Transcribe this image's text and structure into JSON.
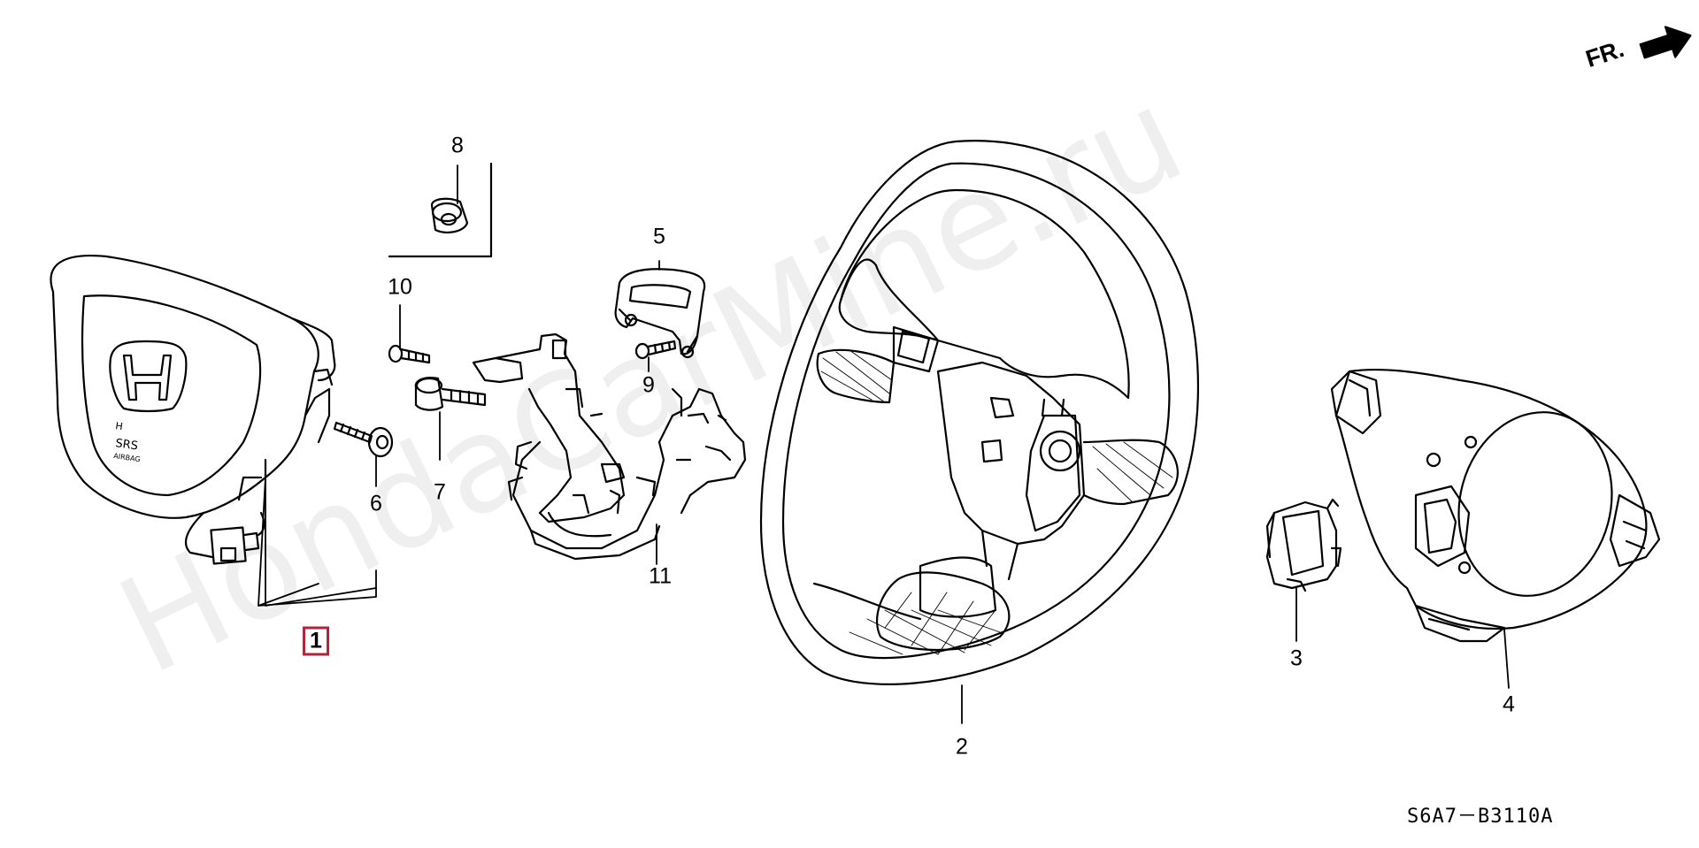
{
  "diagram": {
    "code": "S6A7－B3110A",
    "watermark": "HondaCarMine.ru",
    "direction_label": "FR.",
    "callouts": [
      {
        "id": "1",
        "label": "1",
        "selected": true
      },
      {
        "id": "2",
        "label": "2"
      },
      {
        "id": "3",
        "label": "3"
      },
      {
        "id": "4",
        "label": "4"
      },
      {
        "id": "5",
        "label": "5"
      },
      {
        "id": "6",
        "label": "6"
      },
      {
        "id": "7",
        "label": "7"
      },
      {
        "id": "8",
        "label": "8"
      },
      {
        "id": "9",
        "label": "9"
      },
      {
        "id": "10",
        "label": "10"
      },
      {
        "id": "11",
        "label": "11"
      }
    ]
  },
  "colors": {
    "line": "#000000",
    "highlight": "#b0243a",
    "background": "#ffffff"
  },
  "icons": [
    "arrow-right-icon",
    "honda-logo-icon"
  ]
}
